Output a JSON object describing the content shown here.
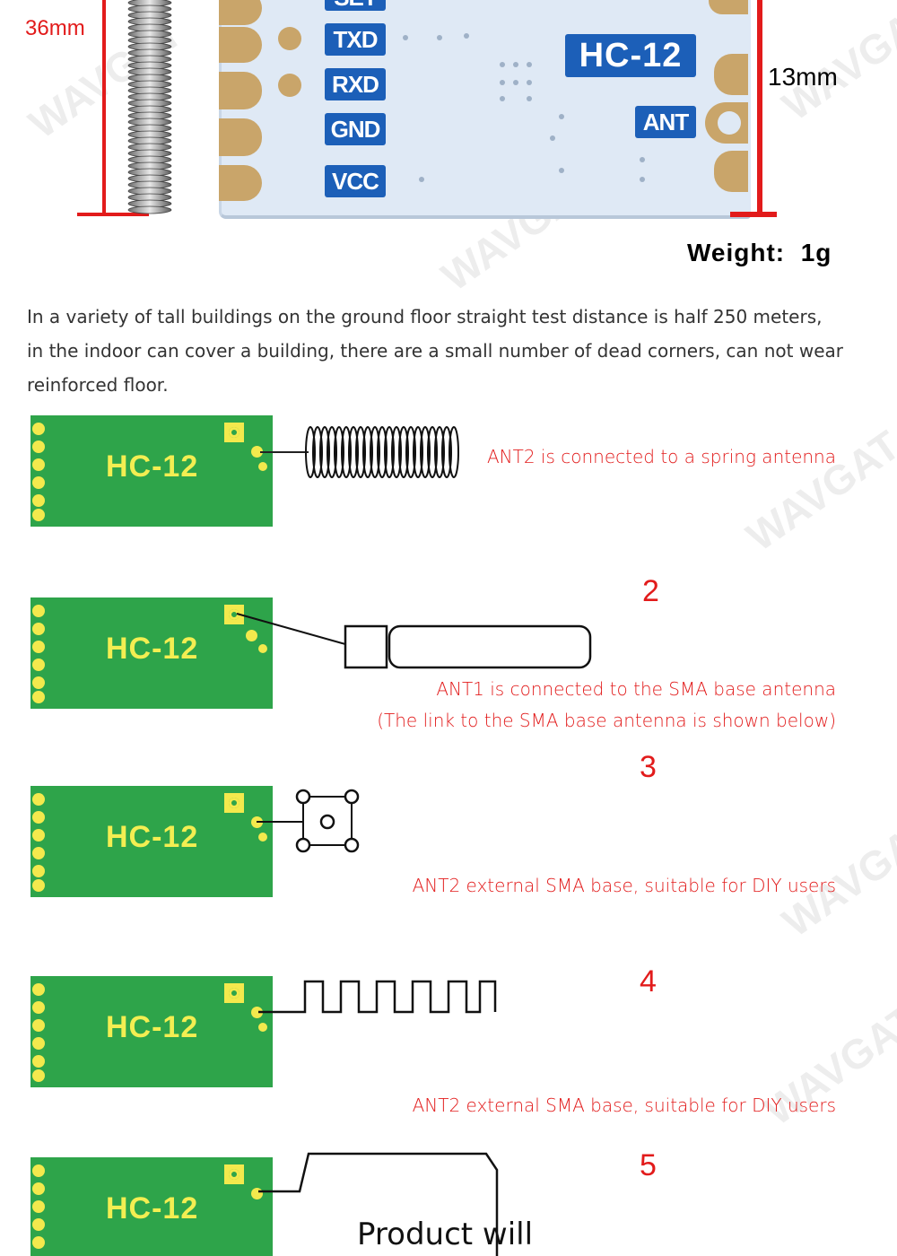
{
  "dimensions": {
    "height_label": "36mm",
    "width_label": "13mm",
    "weight_label": "Weight:  1g"
  },
  "module": {
    "name": "HC-12",
    "pins": [
      "SET",
      "TXD",
      "RXD",
      "GND",
      "VCC"
    ],
    "ant_label": "ANT"
  },
  "description": [
    "In a variety of tall buildings on the ground floor straight test distance is half 250 meters,",
    "in the indoor can cover a building, there are a small number of dead corners, can not wear",
    "reinforced floor."
  ],
  "boards": [
    {
      "label": "HC-12",
      "number": "",
      "caption": [
        "ANT2 is connected to a spring antenna"
      ]
    },
    {
      "label": "HC-12",
      "number": "2",
      "caption": [
        "ANT1 is connected to the SMA base antenna",
        "(The link to the SMA base antenna is shown below)"
      ]
    },
    {
      "label": "HC-12",
      "number": "3",
      "caption": [
        "ANT2 external SMA base, suitable for DIY users"
      ]
    },
    {
      "label": "HC-12",
      "number": "4",
      "caption": [
        "ANT2 external SMA base, suitable for DIY users"
      ]
    },
    {
      "label": "HC-12",
      "number": "5",
      "caption": []
    }
  ],
  "footer_text": "Product will",
  "watermark": "WAVGAT",
  "colors": {
    "caption": "#e21b1b",
    "board": "#2ea44a",
    "pad": "#f3e94d",
    "measure": "#e21b1b",
    "pcb": "#dfe9f5",
    "pin_label": "#1c5fb8"
  }
}
